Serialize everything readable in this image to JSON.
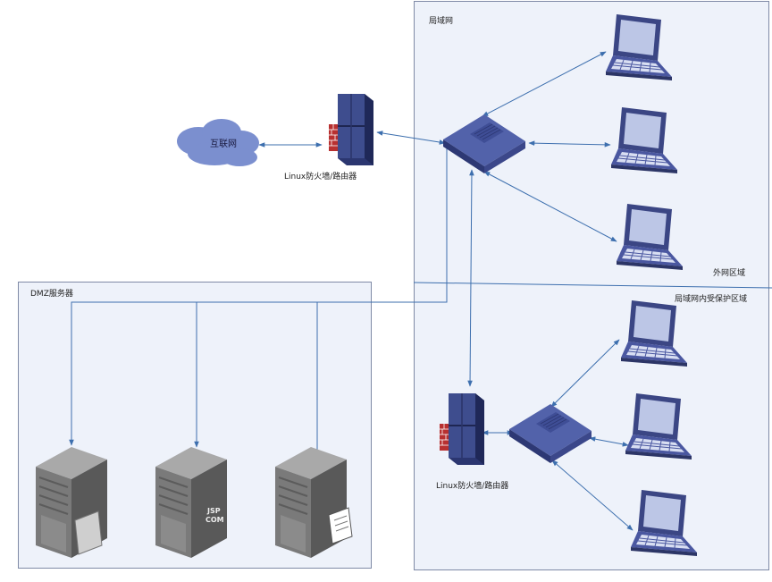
{
  "diagram": {
    "lan_zone_label": "局域网",
    "outer_zone_label": "外网区域",
    "protected_zone_label": "局域网内受保护区域",
    "dmz_zone_label": "DMZ服务器",
    "internet_label": "互联网",
    "firewall_top_label": "Linux防火墙/路由器",
    "firewall_bottom_label": "Linux防火墙/路由器",
    "server_jsp_labels": [
      "JSP",
      "COM"
    ]
  },
  "colors": {
    "zone_fill": "#eef2fa",
    "zone_border": "#7f8aa6",
    "line": "#3d6fae",
    "device_blue": "#3e4d8e",
    "cloud": "#7b8fcf",
    "server_gray": "#6e6e6e"
  },
  "icons": {
    "internet": "cloud-icon",
    "firewall": "firewall-server-icon",
    "switch": "network-switch-icon",
    "laptop": "laptop-icon",
    "server": "server-tower-icon"
  }
}
